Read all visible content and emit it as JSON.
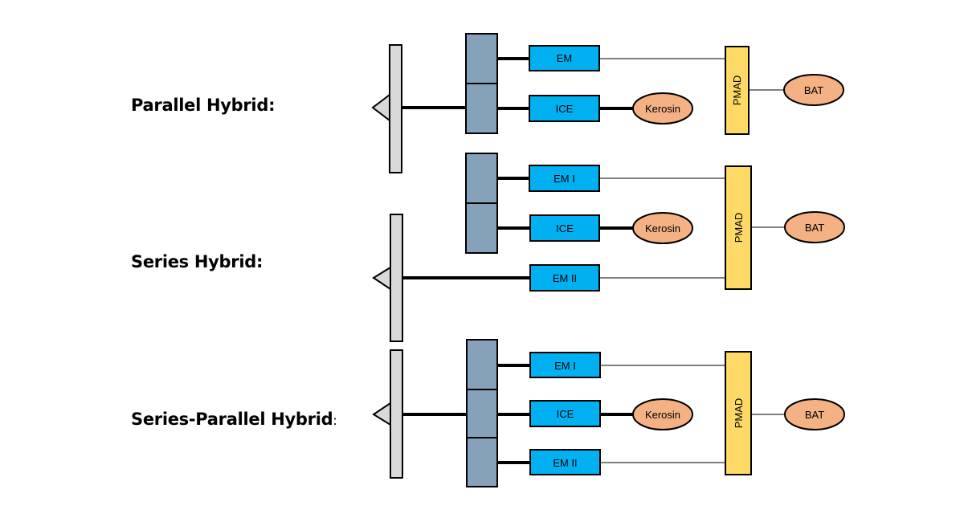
{
  "colors": {
    "shaft": "#d9d9d9",
    "gearbox": "#86a2bb",
    "motor": "#00b0f0",
    "fuel": "#f4b183",
    "pmad": "#ffd966",
    "line": "#000000",
    "background": "#ffffff"
  },
  "sections": [
    {
      "title": "Parallel Hybrid",
      "title_suffix": ":",
      "components": {
        "em": "EM",
        "ice": "ICE",
        "fuel": "Kerosin",
        "pmad": "PMAD",
        "battery": "BAT"
      }
    },
    {
      "title": "Series Hybrid",
      "title_suffix": ":",
      "components": {
        "em1": "EM I",
        "ice": "ICE",
        "fuel": "Kerosin",
        "em2": "EM II",
        "pmad": "PMAD",
        "battery": "BAT"
      }
    },
    {
      "title": "Series-Parallel Hybrid",
      "title_suffix": ":",
      "components": {
        "em1": "EM I",
        "ice": "ICE",
        "fuel": "Kerosin",
        "em2": "EM II",
        "pmad": "PMAD",
        "battery": "BAT"
      }
    }
  ]
}
